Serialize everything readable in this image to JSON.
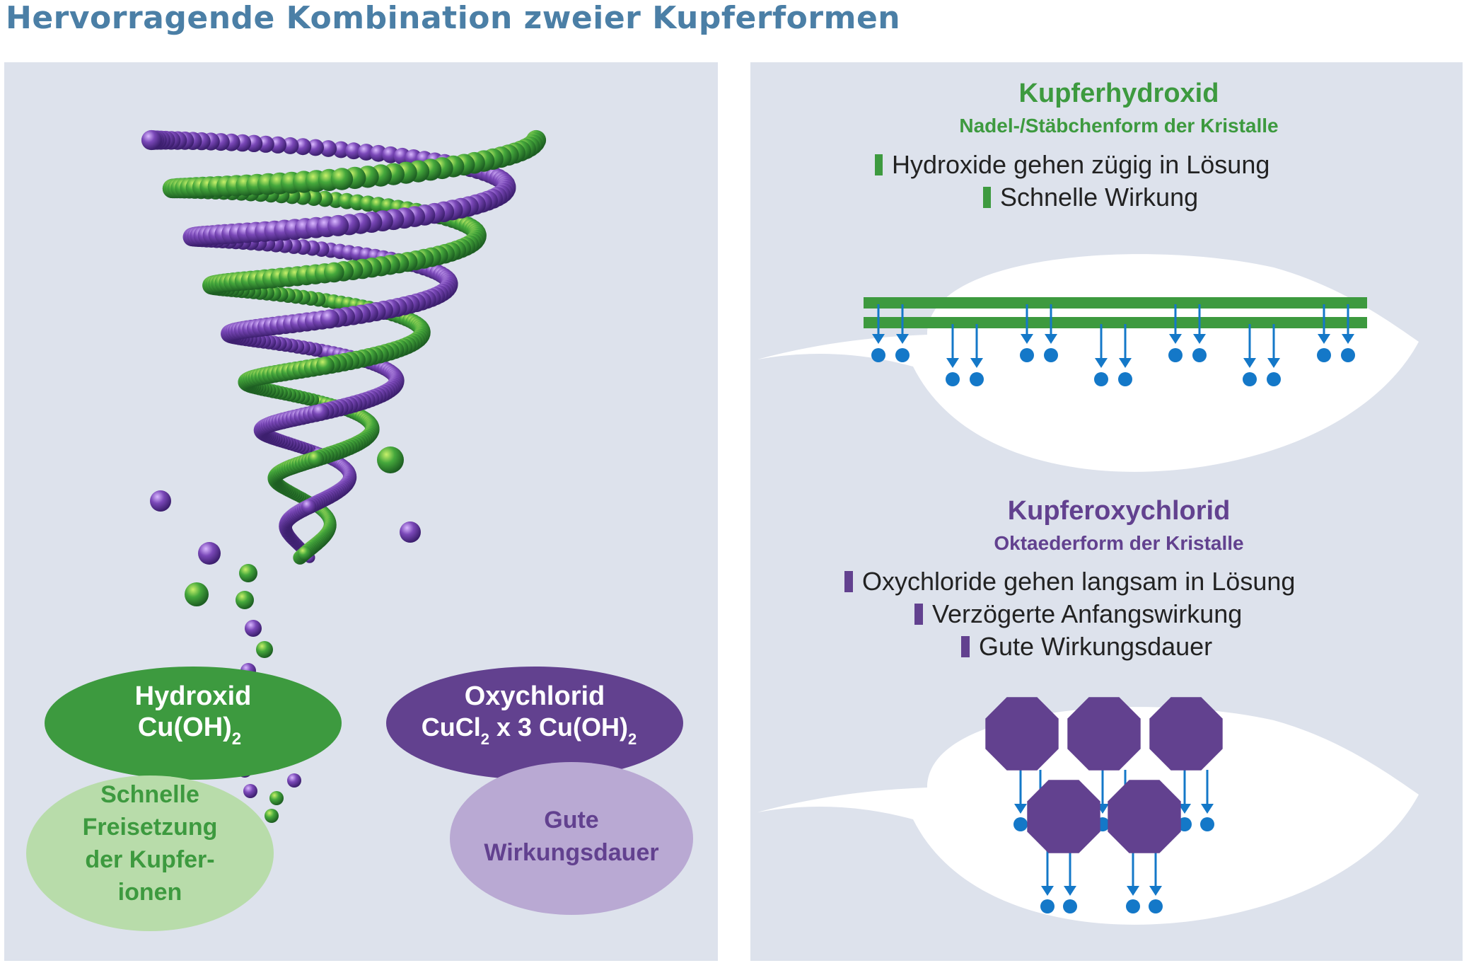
{
  "title": "Hervorragende Kombination zweier Kupferformen",
  "colors": {
    "green": "#3d9a3f",
    "light_green": "#b8dcaa",
    "purple": "#62418f",
    "light_purple": "#b9a9d3",
    "blue": "#1478c8",
    "panel": "#dde2ec",
    "title": "#4b7fa6"
  },
  "left": {
    "hydroxid": {
      "name": "Hydroxid",
      "formula_main": "Cu(OH)",
      "formula_sub": "2"
    },
    "oxychlorid": {
      "name": "Oxychlorid",
      "formula_a": "CuCl",
      "formula_a_sub": "2",
      "formula_b": " x 3 Cu(OH)",
      "formula_b_sub": "2"
    },
    "benefit_green": [
      "Schnelle",
      "Freisetzung",
      "der Kupfer-",
      "ionen"
    ],
    "benefit_purple": [
      "Gute",
      "Wirkungsdauer"
    ]
  },
  "right": {
    "hydroxide": {
      "heading": "Kupferhydroxid",
      "subheading": "Nadel-/Stäbchenform der Kristalle",
      "bullets": [
        "Hydroxide gehen zügig in Lösung",
        "Schnelle Wirkung"
      ]
    },
    "oxychloride": {
      "heading": "Kupferoxychlorid",
      "subheading": "Oktaederform der Kristalle",
      "bullets": [
        "Oxychloride gehen langsam in Lösung",
        "Verzögerte Anfangswirkung",
        "Gute Wirkungsdauer"
      ]
    }
  }
}
